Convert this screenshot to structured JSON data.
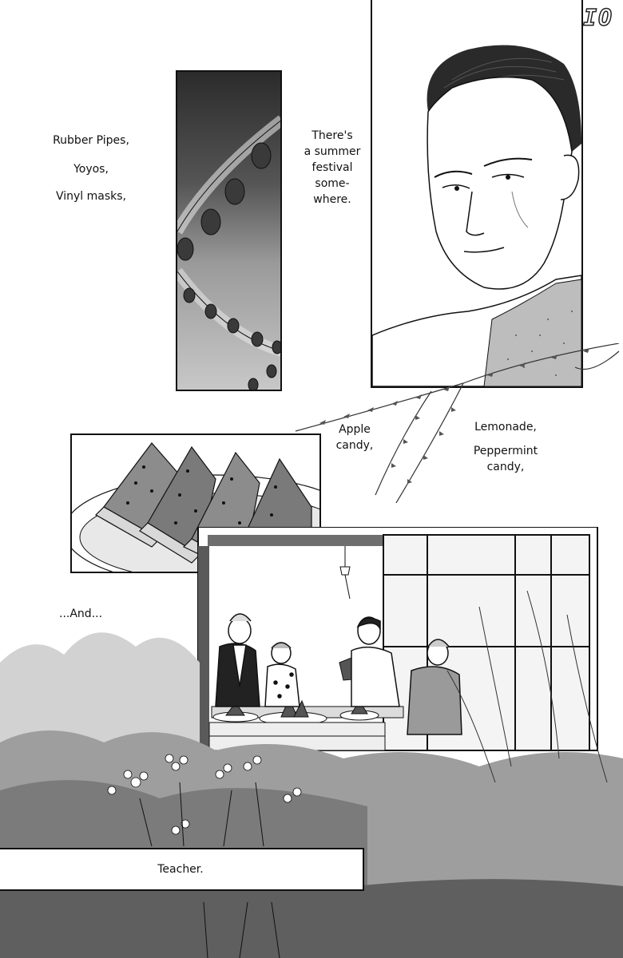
{
  "watermark": "LIKEMANGA.IO",
  "captions": {
    "rubber_pipes": "Rubber Pipes,",
    "yoyos": "Yoyos,",
    "vinyl_masks": "Vinyl masks,",
    "summer_festival": [
      "There's",
      "a summer",
      "festival",
      "some-",
      "where."
    ],
    "apple_candy": [
      "Apple",
      "candy,"
    ],
    "lemonade": "Lemonade,",
    "peppermint_candy": [
      "Peppermint",
      "candy,"
    ],
    "and": "...And...",
    "teacher": "Teacher."
  }
}
